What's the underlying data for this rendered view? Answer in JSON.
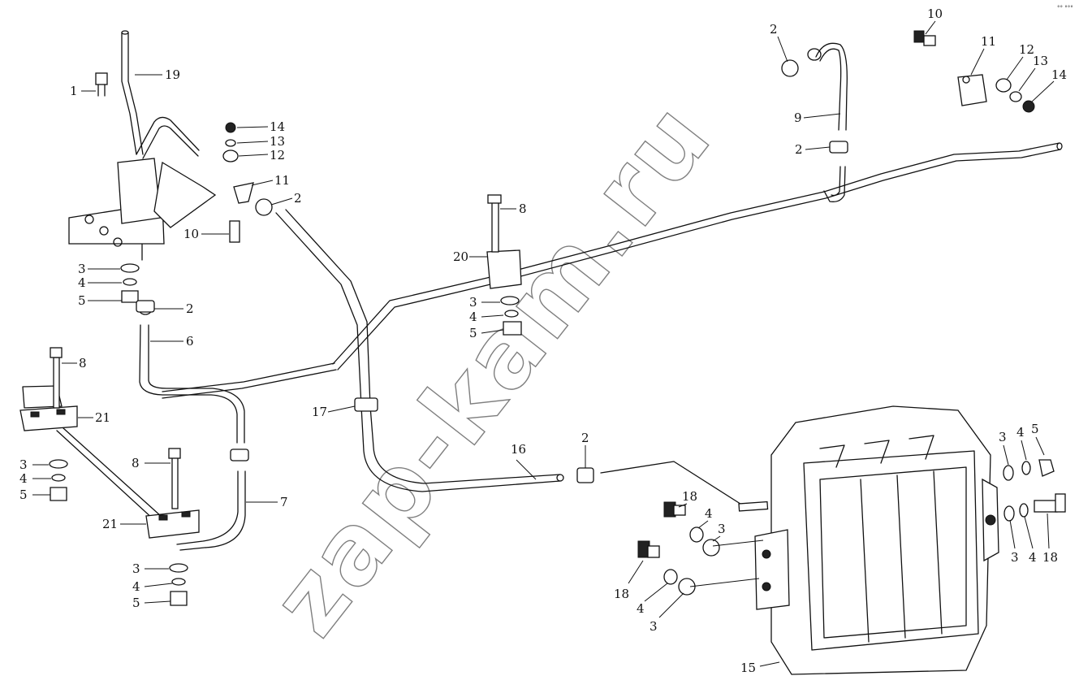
{
  "diagram": {
    "corner_mark": "°° °°°",
    "watermark": "zap-kam.ru",
    "callouts": [
      {
        "id": "c1",
        "label": "1"
      },
      {
        "id": "c19",
        "label": "19"
      },
      {
        "id": "c14a",
        "label": "14"
      },
      {
        "id": "c13a",
        "label": "13"
      },
      {
        "id": "c12a",
        "label": "12"
      },
      {
        "id": "c11a",
        "label": "11"
      },
      {
        "id": "c2a",
        "label": "2"
      },
      {
        "id": "c10a",
        "label": "10"
      },
      {
        "id": "c3a",
        "label": "3"
      },
      {
        "id": "c4a",
        "label": "4"
      },
      {
        "id": "c5a",
        "label": "5"
      },
      {
        "id": "c2b",
        "label": "2"
      },
      {
        "id": "c6",
        "label": "6"
      },
      {
        "id": "c8a",
        "label": "8"
      },
      {
        "id": "c21a",
        "label": "21"
      },
      {
        "id": "c3b",
        "label": "3"
      },
      {
        "id": "c4b",
        "label": "4"
      },
      {
        "id": "c5b",
        "label": "5"
      },
      {
        "id": "c8b",
        "label": "8"
      },
      {
        "id": "c7",
        "label": "7"
      },
      {
        "id": "c21b",
        "label": "21"
      },
      {
        "id": "c3c",
        "label": "3"
      },
      {
        "id": "c4c",
        "label": "4"
      },
      {
        "id": "c5c",
        "label": "5"
      },
      {
        "id": "c8c",
        "label": "8"
      },
      {
        "id": "c20",
        "label": "20"
      },
      {
        "id": "c3d",
        "label": "3"
      },
      {
        "id": "c4d",
        "label": "4"
      },
      {
        "id": "c5d",
        "label": "5"
      },
      {
        "id": "c17",
        "label": "17"
      },
      {
        "id": "c16",
        "label": "16"
      },
      {
        "id": "c2c",
        "label": "2"
      },
      {
        "id": "c2d",
        "label": "2"
      },
      {
        "id": "c9",
        "label": "9"
      },
      {
        "id": "c2e",
        "label": "2"
      },
      {
        "id": "c10b",
        "label": "10"
      },
      {
        "id": "c11b",
        "label": "11"
      },
      {
        "id": "c12b",
        "label": "12"
      },
      {
        "id": "c13b",
        "label": "13"
      },
      {
        "id": "c14b",
        "label": "14"
      },
      {
        "id": "c3e",
        "label": "3"
      },
      {
        "id": "c4e",
        "label": "4"
      },
      {
        "id": "c5e",
        "label": "5"
      },
      {
        "id": "c3f",
        "label": "3"
      },
      {
        "id": "c4f",
        "label": "4"
      },
      {
        "id": "c18a",
        "label": "18"
      },
      {
        "id": "c18b",
        "label": "18"
      },
      {
        "id": "c4g",
        "label": "4"
      },
      {
        "id": "c3g",
        "label": "3"
      },
      {
        "id": "c18c",
        "label": "18"
      },
      {
        "id": "c4h",
        "label": "4"
      },
      {
        "id": "c3h",
        "label": "3"
      },
      {
        "id": "c15",
        "label": "15"
      }
    ]
  }
}
